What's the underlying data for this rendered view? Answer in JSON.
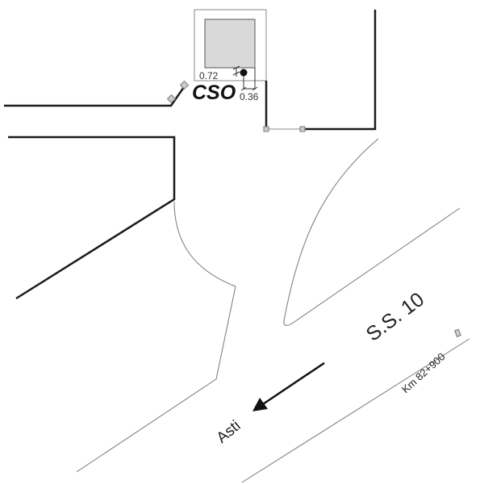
{
  "labels": {
    "station": "CSO",
    "dim_vertical": "0.72",
    "dim_horizontal": "0.36",
    "road": "S.S. 10",
    "kilometer": "Km 82+900",
    "direction": "Asti"
  },
  "colors": {
    "line": "#1a1a1a",
    "thin_line": "#777777",
    "fill_gray": "#d9d9d9",
    "marker": "#cccccc"
  }
}
